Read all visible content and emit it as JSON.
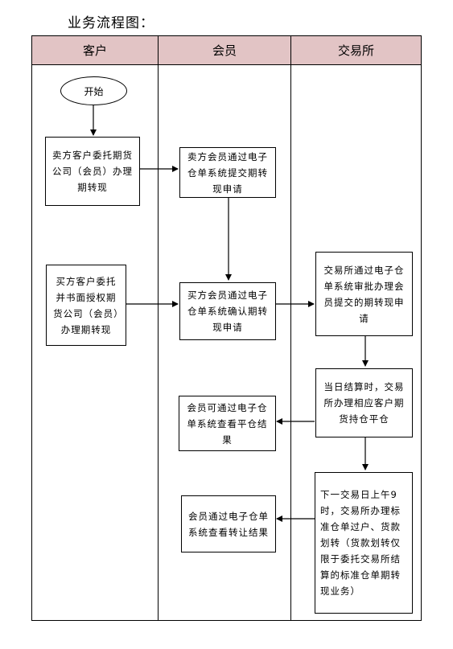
{
  "title": "业务流程图：",
  "lanes": [
    "客户",
    "会员",
    "交易所"
  ],
  "nodes": {
    "start": "开始",
    "seller_client": "卖方客户委托期货公司（会员）办理期转现",
    "seller_member": "卖方会员通过电子仓单系统提交期转现申请",
    "buyer_client": "买方客户委托并书面授权期货公司（会员）办理期转现",
    "buyer_member": "买方会员通过电子仓单系统确认期转现申请",
    "exchange_review": "交易所通过电子仓单系统审批办理会员提交的期转现申请",
    "settlement": "当日结算时，交易所办理相应客户期货持仓平仓",
    "member_view_close": "会员可通过电子仓单系统查看平仓结果",
    "transfer": "下一交易日上午9时，交易所办理标准仓单过户、货款划转（货款划转仅限于委托交易所结算的标准仓单期转现业务）",
    "member_view_transfer": "会员通过电子仓单系统查看转让结果"
  }
}
